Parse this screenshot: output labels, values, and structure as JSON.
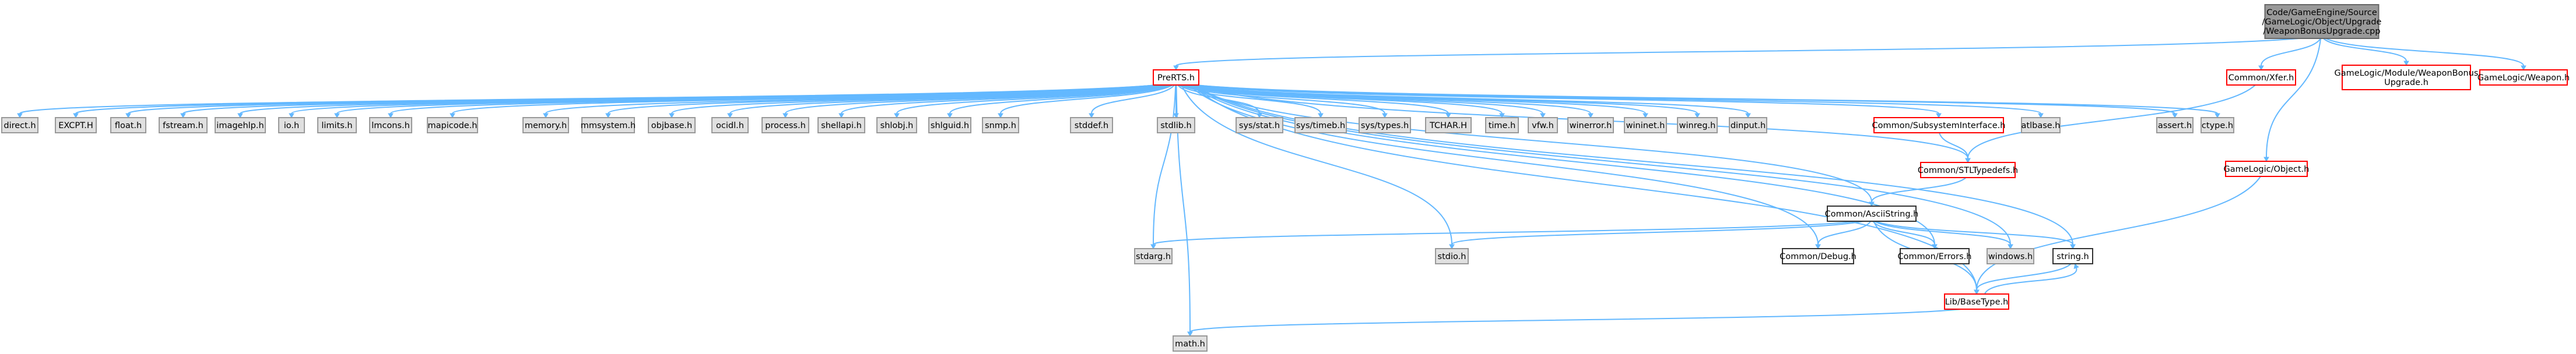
{
  "colors": {
    "root_fill": "#999999",
    "root_border": "#666666",
    "linked_fill": "#ffffff",
    "linked_border": "#ff0000",
    "doc_fill": "#ffffff",
    "doc_border": "#333333",
    "system_fill": "#e0e0e0",
    "system_border": "#999999",
    "edge": "#63b8ff"
  },
  "nodes": [
    {
      "id": "root",
      "kind": "root",
      "lines": [
        "Code/GameEngine/Source",
        "/GameLogic/Object/Upgrade",
        "/WeaponBonusUpgrade.cpp"
      ]
    },
    {
      "id": "prerts",
      "kind": "linked",
      "lines": [
        "PreRTS.h"
      ]
    },
    {
      "id": "xfer",
      "kind": "linked",
      "lines": [
        "Common/Xfer.h"
      ]
    },
    {
      "id": "module",
      "kind": "linked",
      "lines": [
        "GameLogic/Module/WeaponBonus",
        "Upgrade.h"
      ]
    },
    {
      "id": "weapon",
      "kind": "linked",
      "lines": [
        "GameLogic/Weapon.h"
      ]
    },
    {
      "id": "object",
      "kind": "linked",
      "lines": [
        "GameLogic/Object.h"
      ]
    },
    {
      "id": "direct",
      "kind": "system",
      "lines": [
        "direct.h"
      ]
    },
    {
      "id": "excpt",
      "kind": "system",
      "lines": [
        "EXCPT.H"
      ]
    },
    {
      "id": "float",
      "kind": "system",
      "lines": [
        "float.h"
      ]
    },
    {
      "id": "fstream",
      "kind": "system",
      "lines": [
        "fstream.h"
      ]
    },
    {
      "id": "imagehlp",
      "kind": "system",
      "lines": [
        "imagehlp.h"
      ]
    },
    {
      "id": "io",
      "kind": "system",
      "lines": [
        "io.h"
      ]
    },
    {
      "id": "limits",
      "kind": "system",
      "lines": [
        "limits.h"
      ]
    },
    {
      "id": "lmcons",
      "kind": "system",
      "lines": [
        "lmcons.h"
      ]
    },
    {
      "id": "mapicode",
      "kind": "system",
      "lines": [
        "mapicode.h"
      ]
    },
    {
      "id": "memory",
      "kind": "system",
      "lines": [
        "memory.h"
      ]
    },
    {
      "id": "mmsystem",
      "kind": "system",
      "lines": [
        "mmsystem.h"
      ]
    },
    {
      "id": "objbase",
      "kind": "system",
      "lines": [
        "objbase.h"
      ]
    },
    {
      "id": "ocidl",
      "kind": "system",
      "lines": [
        "ocidl.h"
      ]
    },
    {
      "id": "process",
      "kind": "system",
      "lines": [
        "process.h"
      ]
    },
    {
      "id": "shellapi",
      "kind": "system",
      "lines": [
        "shellapi.h"
      ]
    },
    {
      "id": "shlobj",
      "kind": "system",
      "lines": [
        "shlobj.h"
      ]
    },
    {
      "id": "shlguid",
      "kind": "system",
      "lines": [
        "shlguid.h"
      ]
    },
    {
      "id": "snmp",
      "kind": "system",
      "lines": [
        "snmp.h"
      ]
    },
    {
      "id": "stddef",
      "kind": "system",
      "lines": [
        "stddef.h"
      ]
    },
    {
      "id": "stdlib",
      "kind": "system",
      "lines": [
        "stdlib.h"
      ]
    },
    {
      "id": "sysstat",
      "kind": "system",
      "lines": [
        "sys/stat.h"
      ]
    },
    {
      "id": "systimeb",
      "kind": "system",
      "lines": [
        "sys/timeb.h"
      ]
    },
    {
      "id": "systypes",
      "kind": "system",
      "lines": [
        "sys/types.h"
      ]
    },
    {
      "id": "tchar",
      "kind": "system",
      "lines": [
        "TCHAR.H"
      ]
    },
    {
      "id": "time",
      "kind": "system",
      "lines": [
        "time.h"
      ]
    },
    {
      "id": "vfw",
      "kind": "system",
      "lines": [
        "vfw.h"
      ]
    },
    {
      "id": "winerror",
      "kind": "system",
      "lines": [
        "winerror.h"
      ]
    },
    {
      "id": "wininet",
      "kind": "system",
      "lines": [
        "wininet.h"
      ]
    },
    {
      "id": "winreg",
      "kind": "system",
      "lines": [
        "winreg.h"
      ]
    },
    {
      "id": "dinput",
      "kind": "system",
      "lines": [
        "dinput.h"
      ]
    },
    {
      "id": "subsys",
      "kind": "linked",
      "lines": [
        "Common/SubsystemInterface.h"
      ]
    },
    {
      "id": "atlbase",
      "kind": "system",
      "lines": [
        "atlbase.h"
      ]
    },
    {
      "id": "assert",
      "kind": "system",
      "lines": [
        "assert.h"
      ]
    },
    {
      "id": "ctype",
      "kind": "system",
      "lines": [
        "ctype.h"
      ]
    },
    {
      "id": "stltypedefs",
      "kind": "linked",
      "lines": [
        "Common/STLTypedefs.h"
      ]
    },
    {
      "id": "asciistring",
      "kind": "doc",
      "lines": [
        "Common/AsciiString.h"
      ]
    },
    {
      "id": "stdarg",
      "kind": "system",
      "lines": [
        "stdarg.h"
      ]
    },
    {
      "id": "stdio",
      "kind": "system",
      "lines": [
        "stdio.h"
      ]
    },
    {
      "id": "debug",
      "kind": "doc",
      "lines": [
        "Common/Debug.h"
      ]
    },
    {
      "id": "errors",
      "kind": "doc",
      "lines": [
        "Common/Errors.h"
      ]
    },
    {
      "id": "windows",
      "kind": "system",
      "lines": [
        "windows.h"
      ]
    },
    {
      "id": "string",
      "kind": "doc",
      "lines": [
        "string.h"
      ]
    },
    {
      "id": "basetype",
      "kind": "linked",
      "lines": [
        "Lib/BaseType.h"
      ]
    },
    {
      "id": "math",
      "kind": "system",
      "lines": [
        "math.h"
      ]
    }
  ],
  "edges": [
    [
      "root",
      "prerts"
    ],
    [
      "root",
      "xfer"
    ],
    [
      "root",
      "module"
    ],
    [
      "root",
      "weapon"
    ],
    [
      "root",
      "object"
    ],
    [
      "prerts",
      "direct"
    ],
    [
      "prerts",
      "excpt"
    ],
    [
      "prerts",
      "float"
    ],
    [
      "prerts",
      "fstream"
    ],
    [
      "prerts",
      "imagehlp"
    ],
    [
      "prerts",
      "io"
    ],
    [
      "prerts",
      "limits"
    ],
    [
      "prerts",
      "lmcons"
    ],
    [
      "prerts",
      "mapicode"
    ],
    [
      "prerts",
      "memory"
    ],
    [
      "prerts",
      "mmsystem"
    ],
    [
      "prerts",
      "objbase"
    ],
    [
      "prerts",
      "ocidl"
    ],
    [
      "prerts",
      "process"
    ],
    [
      "prerts",
      "shellapi"
    ],
    [
      "prerts",
      "shlobj"
    ],
    [
      "prerts",
      "shlguid"
    ],
    [
      "prerts",
      "snmp"
    ],
    [
      "prerts",
      "stddef"
    ],
    [
      "prerts",
      "stdlib"
    ],
    [
      "prerts",
      "sysstat"
    ],
    [
      "prerts",
      "systimeb"
    ],
    [
      "prerts",
      "systypes"
    ],
    [
      "prerts",
      "tchar"
    ],
    [
      "prerts",
      "time"
    ],
    [
      "prerts",
      "vfw"
    ],
    [
      "prerts",
      "winerror"
    ],
    [
      "prerts",
      "wininet"
    ],
    [
      "prerts",
      "winreg"
    ],
    [
      "prerts",
      "dinput"
    ],
    [
      "prerts",
      "subsys"
    ],
    [
      "prerts",
      "atlbase"
    ],
    [
      "prerts",
      "assert"
    ],
    [
      "prerts",
      "ctype"
    ],
    [
      "prerts",
      "stltypedefs"
    ],
    [
      "prerts",
      "asciistring"
    ],
    [
      "prerts",
      "stdarg"
    ],
    [
      "prerts",
      "stdio"
    ],
    [
      "prerts",
      "debug"
    ],
    [
      "prerts",
      "errors"
    ],
    [
      "prerts",
      "windows"
    ],
    [
      "prerts",
      "string"
    ],
    [
      "prerts",
      "basetype"
    ],
    [
      "prerts",
      "math"
    ],
    [
      "xfer",
      "stltypedefs"
    ],
    [
      "subsys",
      "stltypedefs"
    ],
    [
      "stltypedefs",
      "asciistring"
    ],
    [
      "asciistring",
      "stdarg"
    ],
    [
      "asciistring",
      "stdio"
    ],
    [
      "asciistring",
      "debug"
    ],
    [
      "asciistring",
      "errors"
    ],
    [
      "asciistring",
      "windows"
    ],
    [
      "asciistring",
      "string"
    ],
    [
      "asciistring",
      "basetype"
    ],
    [
      "string",
      "basetype"
    ],
    [
      "basetype",
      "string"
    ],
    [
      "basetype",
      "math"
    ],
    [
      "object",
      "basetype"
    ]
  ]
}
